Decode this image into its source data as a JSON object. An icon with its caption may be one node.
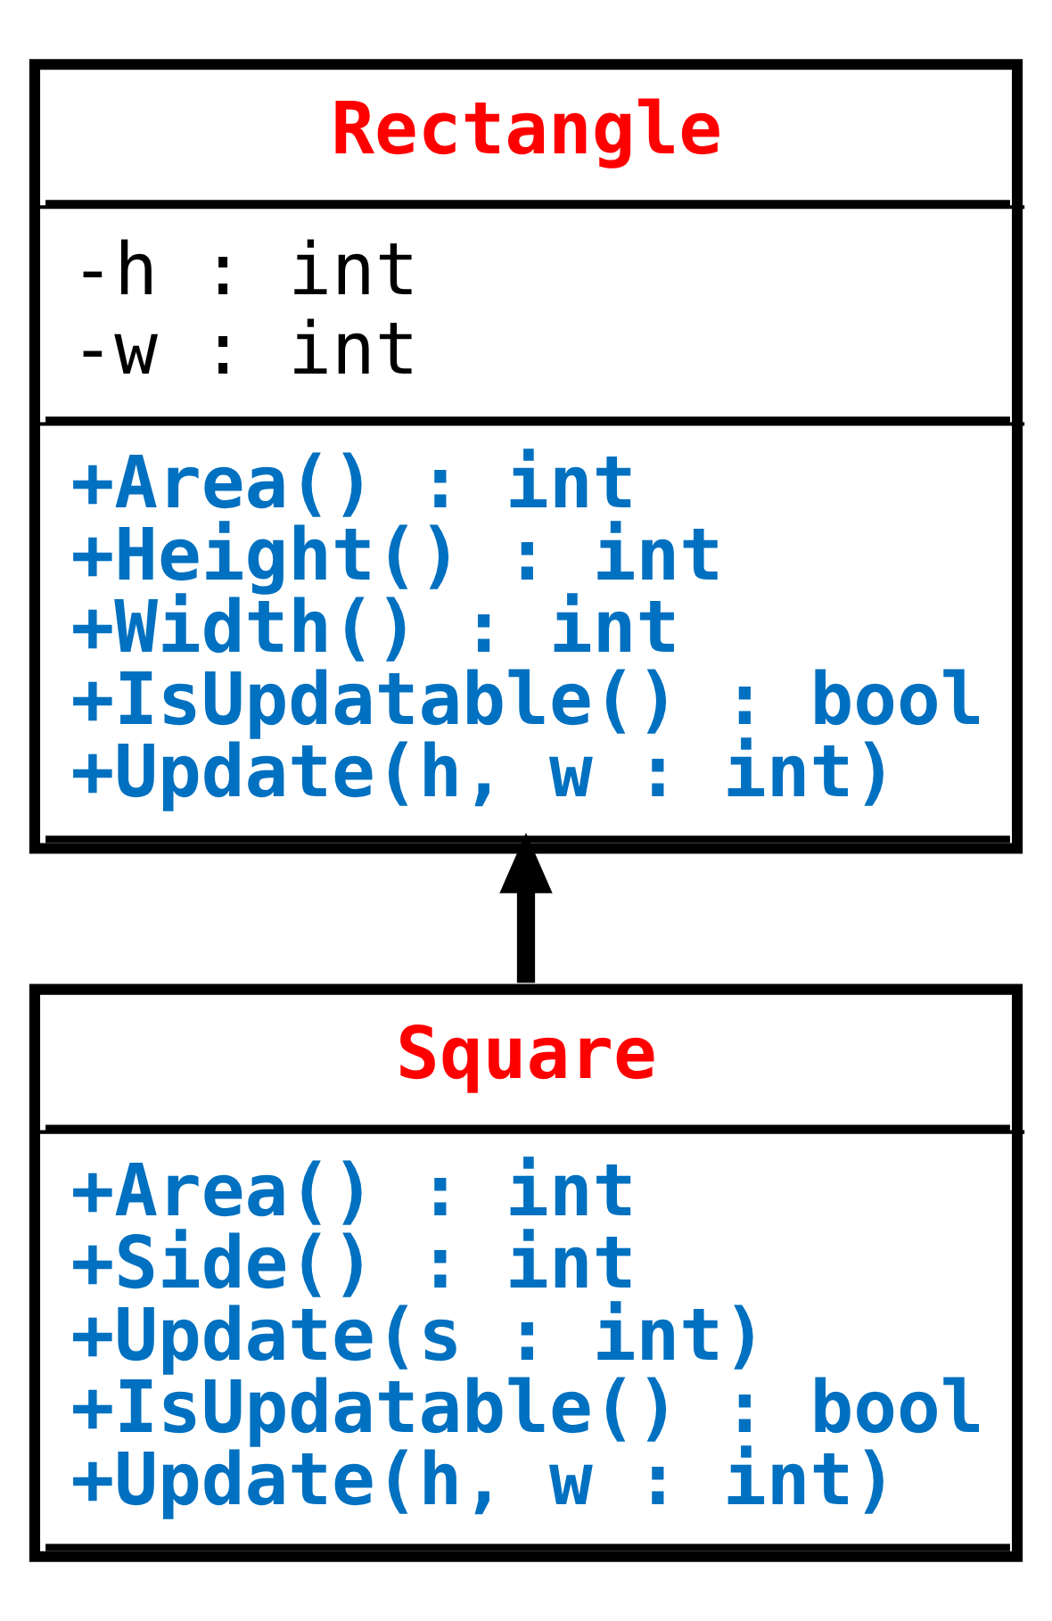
{
  "diagram": {
    "nodes": [
      {
        "text": [
          "Rectangle",
          "-h : int",
          "-w : int",
          "+Area() : int",
          "+Height() : int",
          "+Width() : int",
          "+IsUpdatable() : bool",
          "+Update(h, w : int)"
        ]
      },
      {
        "text": [
          "Square",
          "+Area() : int",
          "+Side() : int",
          "+Update(s : int)",
          "+IsUpdatable() : bool",
          "+Update(h, w : int)"
        ]
      }
    ],
    "edges": [
      {
        "from": 1,
        "to": 0,
        "arrow": "to"
      }
    ]
  }
}
